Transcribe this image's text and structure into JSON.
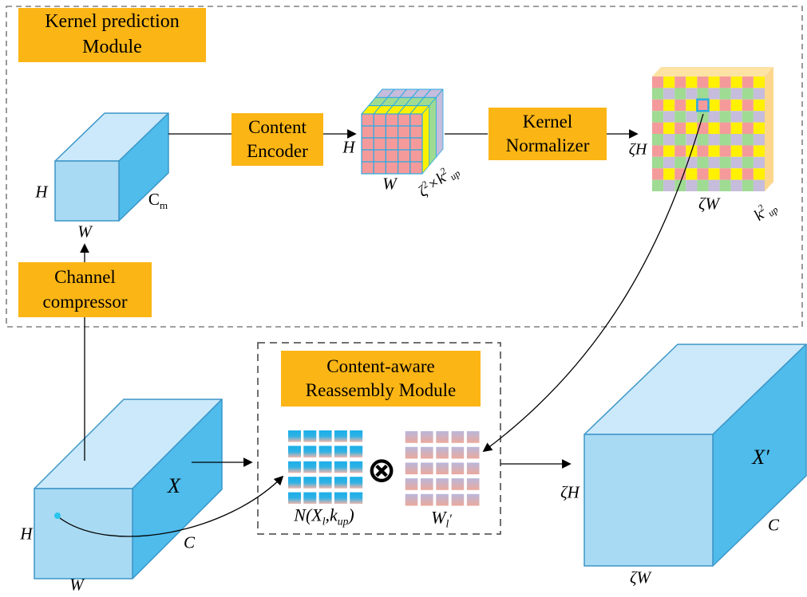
{
  "colors": {
    "accent_orange": "#FBB515",
    "cube_front": "#A9DAF3",
    "cube_top": "#CBE9FA",
    "cube_side": "#4FBCEB",
    "cube_stroke": "#3C96C8",
    "grid_blue_stroke": "#29ABE2",
    "cell_pink": "#F59A9B",
    "cell_yellow": "#FFF100",
    "cell_green": "#9FDB93",
    "cell_lavender": "#C6BCDB",
    "slab_top": "#FCE3A4",
    "slab_side": "#FBD68C",
    "n_cell_top": "#1BAEE9",
    "n_cell_mid": "#2FB2E5",
    "n_cell_bottom": "#F0B5AB",
    "w_cell_top": "#B9B7DB",
    "w_cell_bottom": "#EBA99D",
    "sample_dot": "#2BC4EC",
    "arrow_black": "#000000",
    "dash_gray": "#808080",
    "dash_dark": "#404040"
  },
  "boxes": {
    "kernel_prediction": {
      "line1": "Kernel prediction",
      "line2": "Module"
    },
    "content_encoder": {
      "line1": "Content",
      "line2": "Encoder"
    },
    "kernel_normalizer": {
      "line1": "Kernel",
      "line2": "Normalizer"
    },
    "channel_compressor": {
      "line1": "Channel",
      "line2": "compressor"
    },
    "reassembly": {
      "line1": "Content-aware",
      "line2": "Reassembly Module"
    }
  },
  "labels": {
    "compressed_cube": {
      "h": "H",
      "w": "W",
      "c_base": "C",
      "c_sub": "m"
    },
    "encoded_cube": {
      "h": "H",
      "w": "W",
      "depth_p1": "ζ",
      "depth_sup1": "2",
      "depth_p2": "×k",
      "depth_sup2": "2",
      "depth_sub": "up"
    },
    "kernel_map": {
      "h": "ζH",
      "w": "ζW",
      "depth_base": "k",
      "depth_sup": "2",
      "depth_sub": "up"
    },
    "input_cube": {
      "h": "H",
      "w": "W",
      "c": "C",
      "name": "X"
    },
    "output_cube": {
      "h": "ζH",
      "w": "ζW",
      "c": "C",
      "name_base": "X",
      "name_prime": "′"
    },
    "neighborhood": {
      "p1": "N(X",
      "sub1": "l",
      "p2": ",k",
      "sub2": "up",
      "p3": ")"
    },
    "weights": {
      "base": "W",
      "sub": "l",
      "prime": "′"
    }
  },
  "symbols": {
    "otimes": "⊗"
  }
}
